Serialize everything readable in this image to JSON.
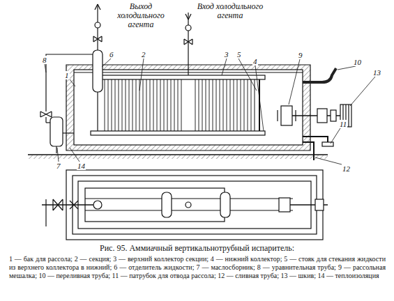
{
  "diagram": {
    "caption": "Рис. 95. Аммиачный вертикальнотрубный испаритель:",
    "labels": [
      "Выход холодильного агента",
      "Вход холодильного агента",
      "1",
      "2",
      "3",
      "4",
      "5",
      "6",
      "7",
      "8",
      "9",
      "10",
      "11",
      "12",
      "13",
      "14",
      "1 — бак для рассола; 2 — секция; 3 — верхний коллектор секции; 4 — нижний коллектор; 5 — стояк для стекания жидкости из верхнего коллектора в нижний; 6 — отделитель жидкости; 7 — маслосборник; 8 — уравнительная труба; 9 — рассольная мешалка; 10 — переливная труба; 11 — патрубок для отвода рассола; 12 — сливная труба; 13 — шкив; 14 — теплоизоляция"
    ]
  }
}
